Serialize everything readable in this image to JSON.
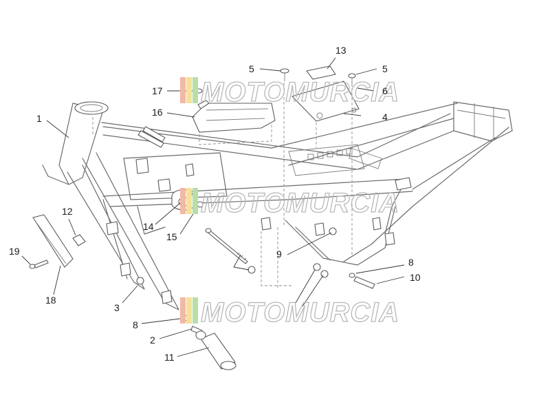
{
  "callouts": {
    "c1": "1",
    "c2": "2",
    "c3": "3",
    "c4": "4",
    "c5a": "5",
    "c5b": "5",
    "c6": "6",
    "c8a": "8",
    "c8b": "8",
    "c9": "9",
    "c10": "10",
    "c11": "11",
    "c12": "12",
    "c13": "13",
    "c14": "14",
    "c15": "15",
    "c16": "16",
    "c17": "17",
    "c18": "18",
    "c19": "19"
  },
  "watermark": {
    "text": "MOTOMURCIA",
    "stripe_colors": [
      "#f2b8a8",
      "#f4e19a",
      "#b9dea6"
    ]
  }
}
